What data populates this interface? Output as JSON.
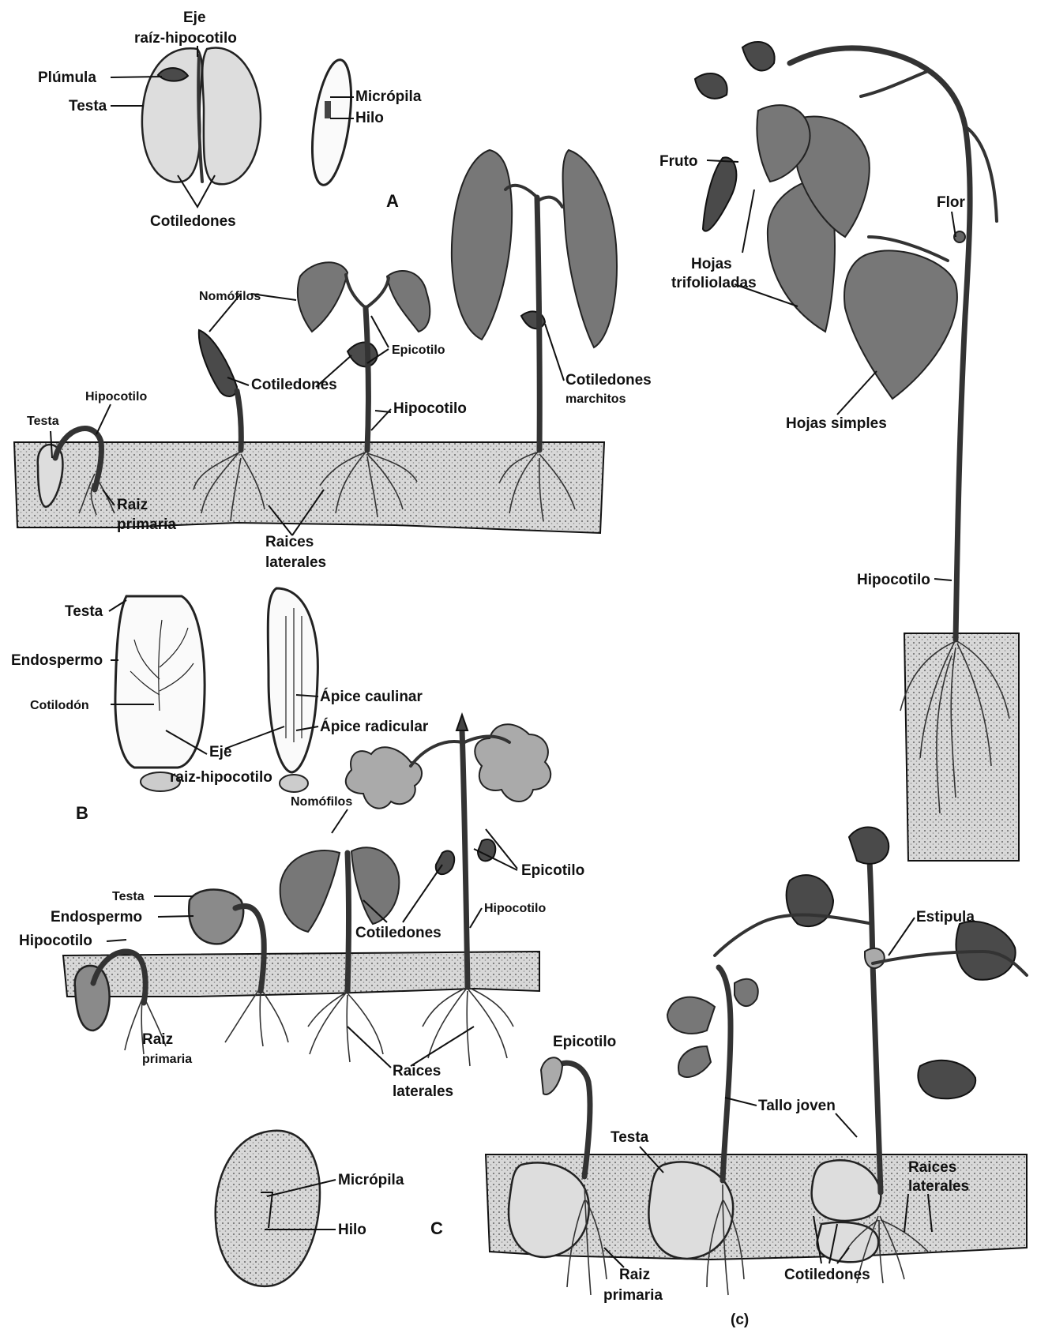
{
  "section_letters": {
    "a": "A",
    "b": "B",
    "c": "C",
    "c_sub": "(c)"
  },
  "bean": {
    "seed": {
      "eje": "Eje",
      "raiz_hipocotilo": "raíz-hipocotilo",
      "plumula": "Plúmula",
      "testa": "Testa",
      "cotiledones": "Cotiledones",
      "micropila": "Micrópila",
      "hilo": "Hilo"
    },
    "germination": {
      "nomofilos": "Nomófilos",
      "epicotilo": "Epicotilo",
      "cotiledones": "Cotiledones",
      "hipocotilo_small": "Hipocotilo",
      "hipocotilo": "Hipocotilo",
      "testa": "Testa",
      "raiz": "Raiz",
      "primaria": "primaria",
      "raices": "Raices",
      "laterales": "laterales",
      "cotiledones_marchitos_1": "Cotiledones",
      "cotiledones_marchitos_2": "marchitos"
    },
    "mature": {
      "fruto": "Fruto",
      "flor": "Flor",
      "hojas": "Hojas",
      "trifolioladas": "trifolioladas",
      "hojas_simples": "Hojas simples",
      "hipocotilo": "Hipocotilo"
    }
  },
  "castor": {
    "seed": {
      "testa": "Testa",
      "endospermo": "Endospermo",
      "cotiledon": "Cotilodón",
      "apice_caulinar": "Ápice caulinar",
      "apice_radicular": "Ápice radicular",
      "eje": "Eje",
      "raiz_hipocotilo": "raiz-hipocotilo"
    },
    "germination": {
      "nomofilos": "Nomófilos",
      "epicotilo": "Epicotilo",
      "hipocotilo_r": "Hipocotilo",
      "testa": "Testa",
      "endospermo": "Endospermo",
      "hipocotilo_l": "Hipocotilo",
      "cotiledones": "Cotiledones",
      "raiz": "Raiz",
      "primaria": "primaria",
      "raices": "Raices",
      "laterales": "laterales"
    }
  },
  "pea": {
    "seed": {
      "micropila": "Micrópila",
      "hilo": "Hilo"
    },
    "germination": {
      "epicotilo": "Epicotilo",
      "estipula": "Estipula",
      "tallo_joven": "Tallo joven",
      "testa": "Testa",
      "raices": "Raices",
      "laterales": "laterales",
      "raiz": "Raiz",
      "primaria": "primaria",
      "cotiledones": "Cotiledones"
    }
  }
}
